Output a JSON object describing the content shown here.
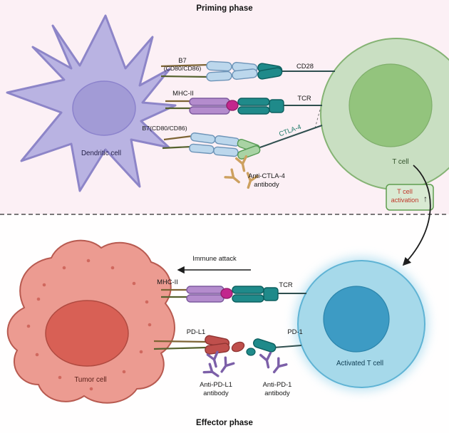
{
  "priming": {
    "title": "Priming phase",
    "dendritic_cell": {
      "label": "Dendritic cell"
    },
    "t_cell": {
      "label": "T cell"
    },
    "receptors": {
      "b7_top": {
        "line1": "B7",
        "line2": "(CD80/CD86)"
      },
      "cd28": {
        "label": "CD28"
      },
      "mhc2": {
        "label": "MHC-II"
      },
      "tcr": {
        "label": "TCR"
      },
      "b7_bottom": {
        "label": "B7(CD80/CD86)"
      },
      "ctla4": {
        "label": "CTLA-4"
      }
    },
    "antibody": {
      "line1": "Anti-CTLA-4",
      "line2": "antibody"
    },
    "activation_badge": {
      "line1": "T cell",
      "line2": "activation",
      "arrow": "↑"
    }
  },
  "effector": {
    "title": "Effector phase",
    "tumor_cell": {
      "label": "Tumor cell"
    },
    "activated_t_cell": {
      "label": "Activated T cell"
    },
    "immune_attack": {
      "label": "Immune attack"
    },
    "receptors": {
      "mhc2": {
        "label": "MHC-II"
      },
      "tcr": {
        "label": "TCR"
      },
      "pdl1": {
        "label": "PD-L1"
      },
      "pd1": {
        "label": "PD-1"
      }
    },
    "antibodies": {
      "anti_pdl1": {
        "line1": "Anti-PD-L1",
        "line2": "antibody"
      },
      "anti_pd1": {
        "line1": "Anti-PD-1",
        "line2": "antibody"
      }
    }
  },
  "palette": {
    "priming_background": "#fcf0f5",
    "effector_background": "#fffefe",
    "dendritic_cell_fill": "#b9b3e2",
    "dendritic_nucleus_fill": "#a29bd6",
    "t_cell_fill": "#c9dfc2",
    "t_cell_nucleus_fill": "#93c47d",
    "activated_t_cell_fill": "#a6d9ea",
    "activated_t_cell_nucleus_fill": "#3d9bc4",
    "tumor_cell_fill": "#ec9b91",
    "tumor_nucleus_fill": "#d86055",
    "b7_fill": "#bcd7ec",
    "teal_receptor_fill": "#1f8a8a",
    "mhc2_fill": "#b48ccd",
    "peptide_fill": "#c2278d",
    "ctla4_fill": "#a9d3a4",
    "pdl1_fill": "#bf4f4c",
    "anti_ctla4_antibody_color": "#cda05f",
    "anti_pd_antibody_color": "#7c5fa8",
    "activation_badge_fill": "#d9ead3",
    "activation_badge_border": "#5f9e4f",
    "activation_text_color": "#c0392b"
  }
}
